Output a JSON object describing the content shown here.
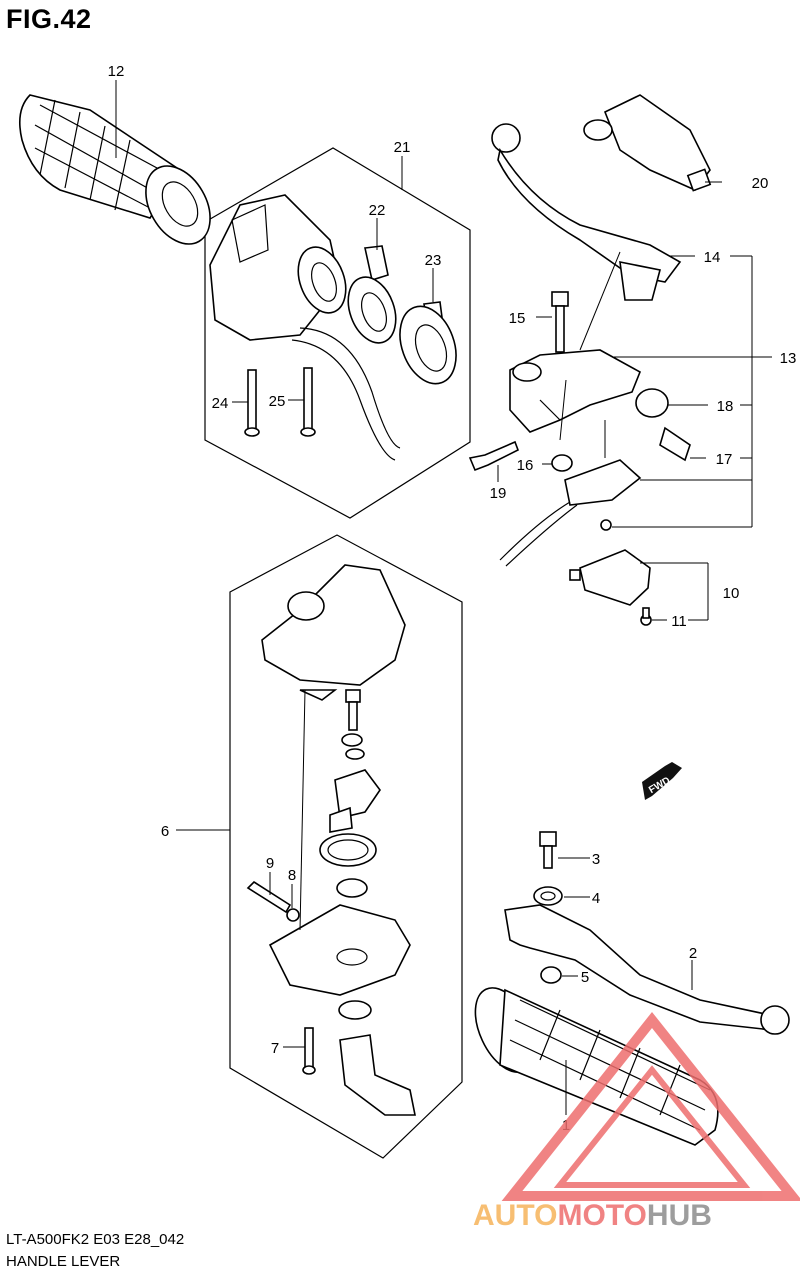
{
  "figure": {
    "title": "FIG.42",
    "model_code": "LT-A500FK2 E03 E28_042",
    "section_name": "HANDLE LEVER"
  },
  "fwd_badge": "FWD",
  "callouts": [
    "1",
    "2",
    "3",
    "4",
    "5",
    "6",
    "7",
    "8",
    "9",
    "10",
    "11",
    "12",
    "13",
    "14",
    "15",
    "16",
    "17",
    "18",
    "19",
    "20",
    "21",
    "22",
    "23",
    "24",
    "25"
  ],
  "watermark": {
    "part1": "AUTO",
    "part2": "MOTO",
    "part3": "HUB",
    "colors": {
      "orange": "#f6b35a",
      "red": "#ee6e6e",
      "gray": "#8c8c8c"
    }
  }
}
